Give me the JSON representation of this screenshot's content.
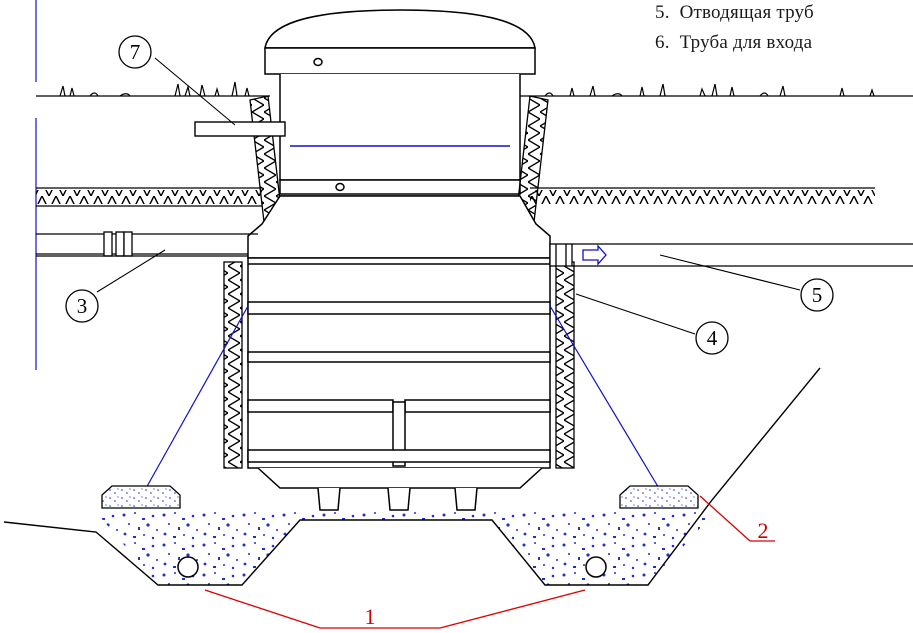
{
  "legend": [
    {
      "number": "5.",
      "text": "Отводящая труб"
    },
    {
      "number": "6.",
      "text": "Труба для входа"
    }
  ],
  "callouts": {
    "c1": "1",
    "c2": "2",
    "c3": "3",
    "c4": "4",
    "c5": "5",
    "c7": "7"
  },
  "colors": {
    "line": "#000000",
    "accent_blue": "#1010cc",
    "gravel_blue": "#2030d0",
    "leader_red": "#dd0000",
    "grass_green": "#208020"
  }
}
